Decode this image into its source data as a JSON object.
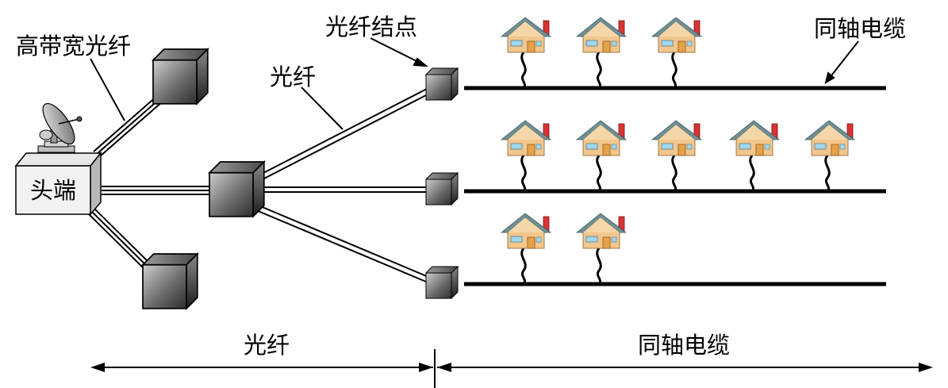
{
  "labels": {
    "high_bandwidth_fiber": "高带宽光纤",
    "fiber": "光纤",
    "fiber_node": "光纤结点",
    "coax_cable": "同轴电缆",
    "headend": "头端"
  },
  "bottom_axis": {
    "fiber_section": "光纤",
    "coax_section": "同轴电缆"
  },
  "topology": {
    "fiber_nodes": 3,
    "houses_per_coax_line": [
      3,
      5,
      2
    ]
  },
  "colors": {
    "roof": "#6f8f95",
    "wall": "#f2c68c",
    "door": "#e6a24a",
    "window": "#9fd8f0",
    "chimney": "#d93333"
  }
}
